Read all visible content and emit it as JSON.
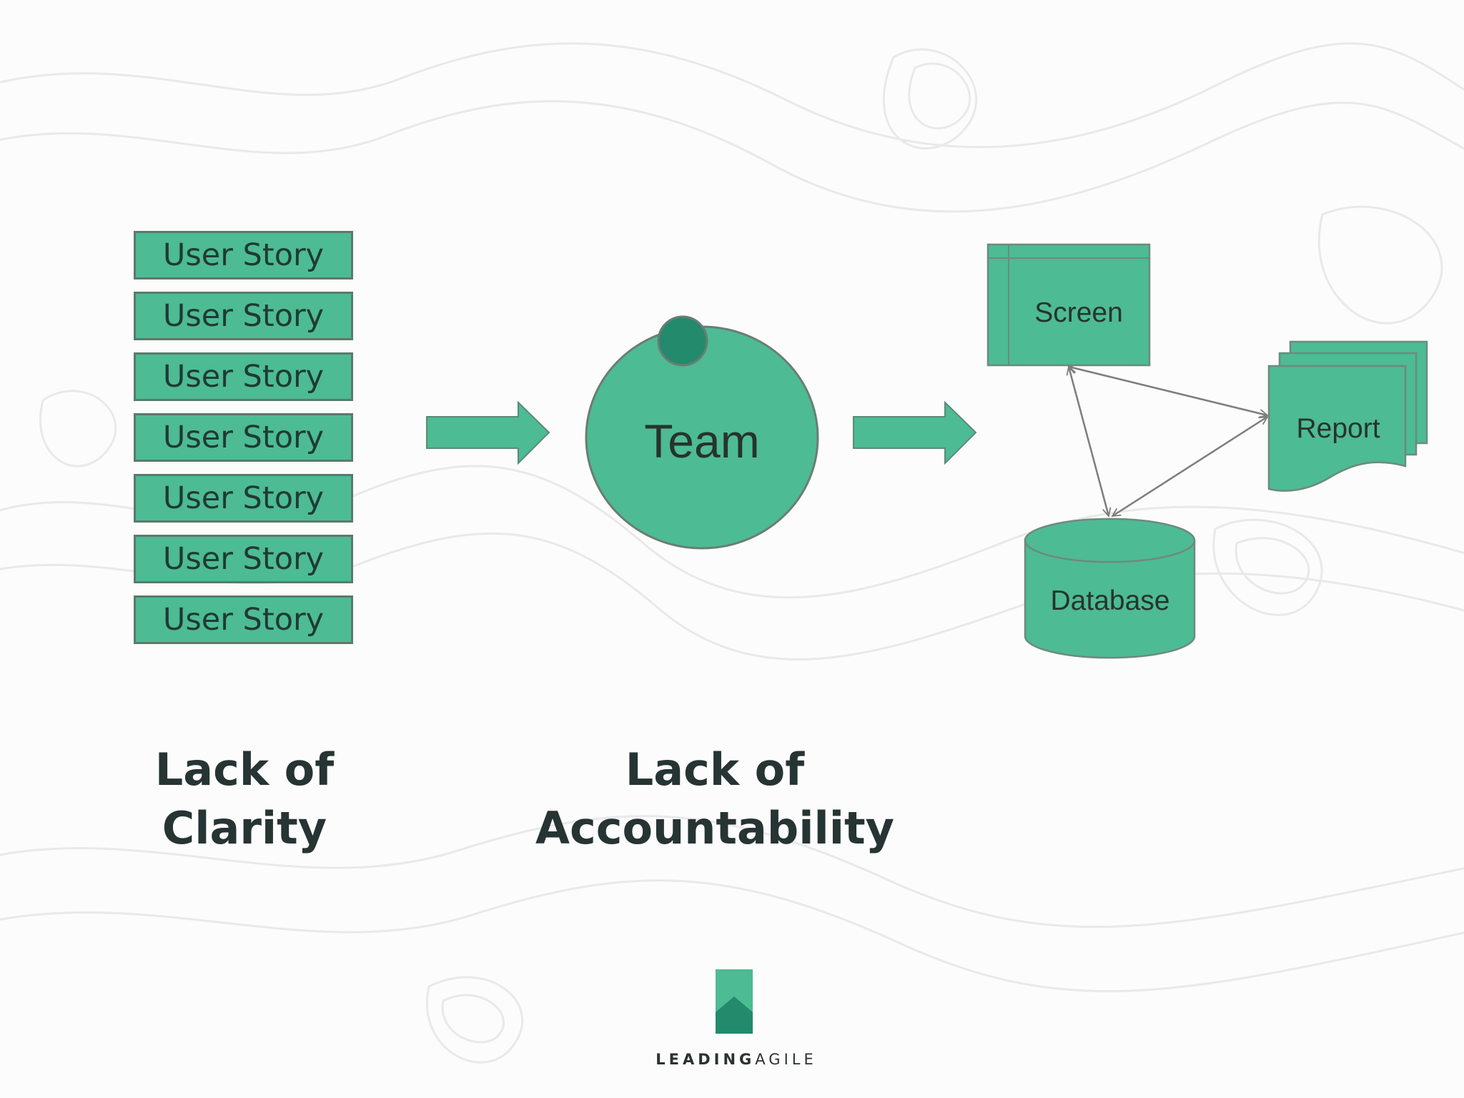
{
  "stories": {
    "items": [
      "User Story",
      "User Story",
      "User Story",
      "User Story",
      "User Story",
      "User Story",
      "User Story"
    ]
  },
  "team": {
    "label": "Team"
  },
  "artifacts": {
    "screen": "Screen",
    "report": "Report",
    "database": "Database"
  },
  "captions": {
    "clarity": [
      "Lack of",
      "Clarity"
    ],
    "accountability": [
      "Lack of",
      "Accountability"
    ]
  },
  "logo": {
    "word_bold": "LEADING",
    "word_regular": "AGILE"
  },
  "colors": {
    "primary_green": "#4dbb94",
    "dark_green": "#238a6b",
    "text_dark": "#263433",
    "connector_gray": "#7d7d7d"
  }
}
